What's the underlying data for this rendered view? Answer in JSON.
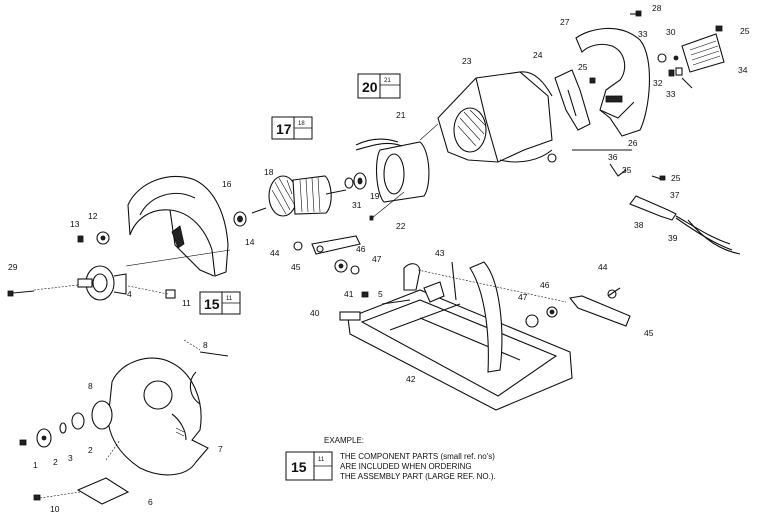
{
  "callouts": {
    "n1": "1",
    "n2a": "2",
    "n2b": "2",
    "n3": "3",
    "n4": "4",
    "n5": "5",
    "n6": "6",
    "n7": "7",
    "n8a": "8",
    "n8b": "8",
    "n10": "10",
    "n11": "11",
    "n12": "12",
    "n13": "13",
    "n14": "14",
    "n16": "16",
    "n18": "18",
    "n19": "19",
    "n21": "21",
    "n22": "22",
    "n23": "23",
    "n24": "24",
    "n25a": "25",
    "n25b": "25",
    "n25c": "25",
    "n26": "26",
    "n27": "27",
    "n28": "28",
    "n29": "29",
    "n30": "30",
    "n31": "31",
    "n32": "32",
    "n33a": "33",
    "n33b": "33",
    "n34": "34",
    "n36": "36",
    "n35": "35",
    "n37": "37",
    "n38": "38",
    "n39": "39",
    "n40": "40",
    "n41": "41",
    "n42": "42",
    "n43": "43",
    "n44a": "44",
    "n44b": "44",
    "n45a": "45",
    "n45b": "45",
    "n46a": "46",
    "n46b": "46",
    "n47a": "47",
    "n47b": "47"
  },
  "assemblies": {
    "a17": {
      "big": "17",
      "small": "18"
    },
    "a20": {
      "big": "20",
      "small": "21"
    },
    "a15": {
      "big": "15",
      "small": "11"
    }
  },
  "example": {
    "heading": "EXAMPLE:",
    "box_big": "15",
    "box_small": "11",
    "line1": "THE COMPONENT PARTS (small ref. no's)",
    "line2": "ARE INCLUDED WHEN ORDERING",
    "line3": "THE ASSEMBLY PART (LARGE REF. NO.)."
  }
}
